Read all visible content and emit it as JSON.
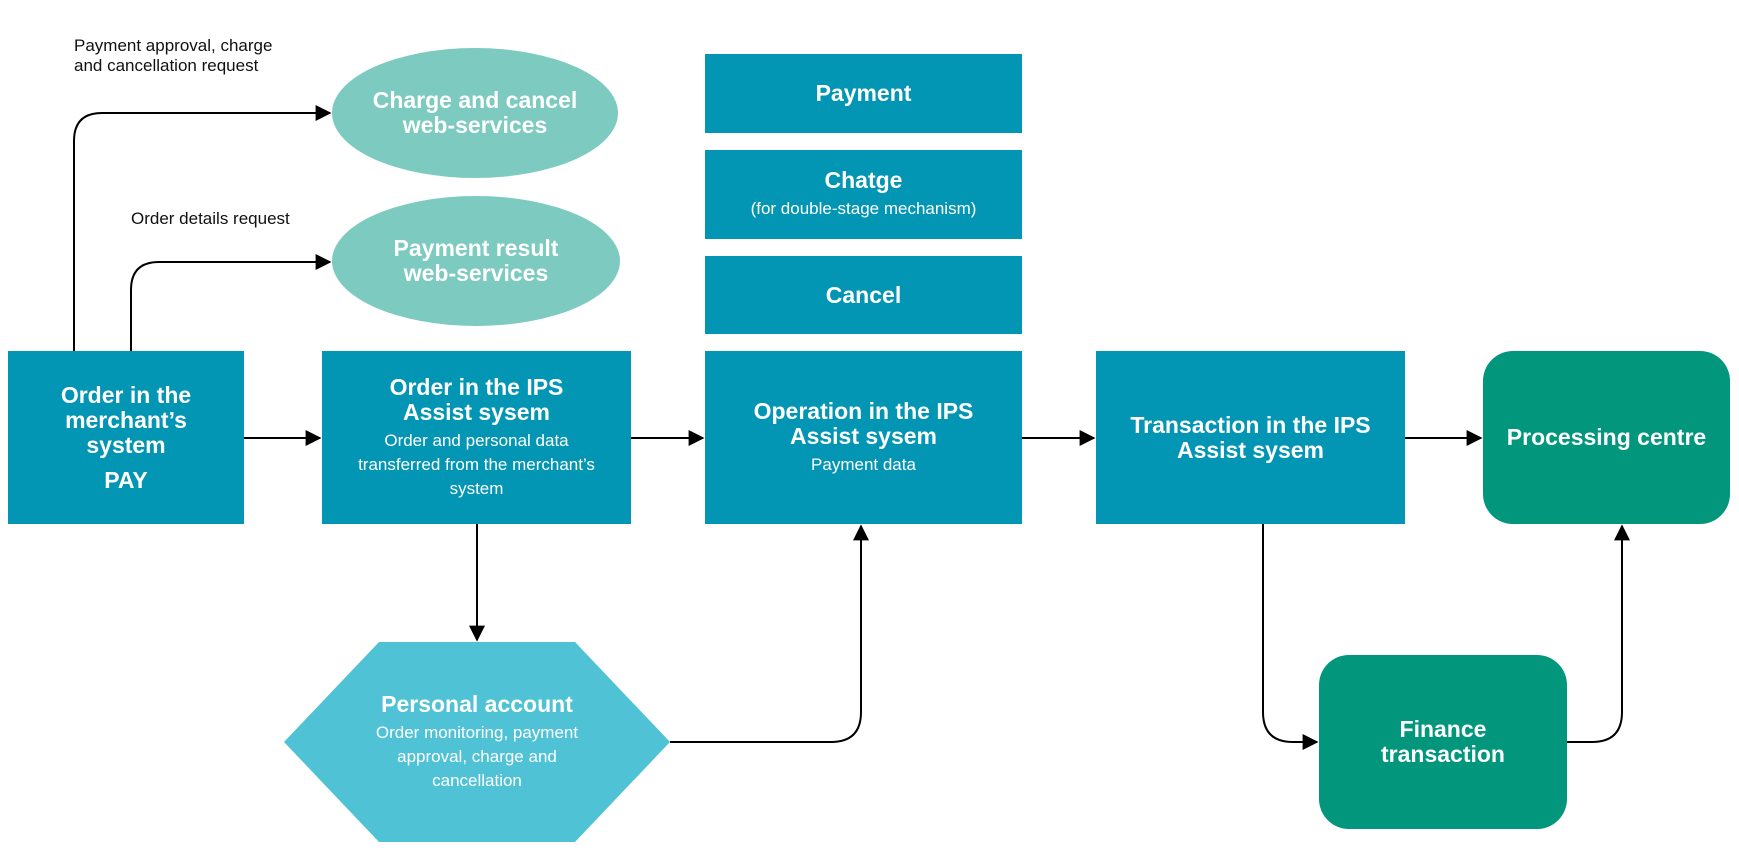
{
  "colors": {
    "box_blue": "#0395b4",
    "oval_teal": "#7ccac0",
    "hexagon_cyan": "#4fc2d6",
    "box_green": "#02967d",
    "arrow": "#000000"
  },
  "labels": {
    "approval_request": "Payment approval, charge\nand cancellation request",
    "details_request": "Order details request"
  },
  "nodes": {
    "charge_cancel_ws": {
      "title": "Charge and cancel web-services"
    },
    "payment_result_ws": {
      "title": "Payment result web-services"
    },
    "payment": {
      "title": "Payment"
    },
    "charge": {
      "title": "Chatge",
      "subtitle": "(for double-stage mechanism)"
    },
    "cancel": {
      "title": "Cancel"
    },
    "merchant_order": {
      "title": "Order in the merchant’s system",
      "action": "PAY"
    },
    "ips_order": {
      "title": "Order in the IPS Assist sysem",
      "subtitle": "Order and personal data transferred from the merchant’s system"
    },
    "ips_operation": {
      "title": "Operation in the IPS Assist sysem",
      "subtitle": "Payment data"
    },
    "ips_transaction": {
      "title": "Transaction in the IPS Assist sysem"
    },
    "processing_centre": {
      "title": "Processing centre"
    },
    "personal_account": {
      "title": "Personal account",
      "subtitle": "Order monitoring, payment approval, charge and cancellation"
    },
    "finance_transaction": {
      "title": "Finance transaction"
    }
  }
}
